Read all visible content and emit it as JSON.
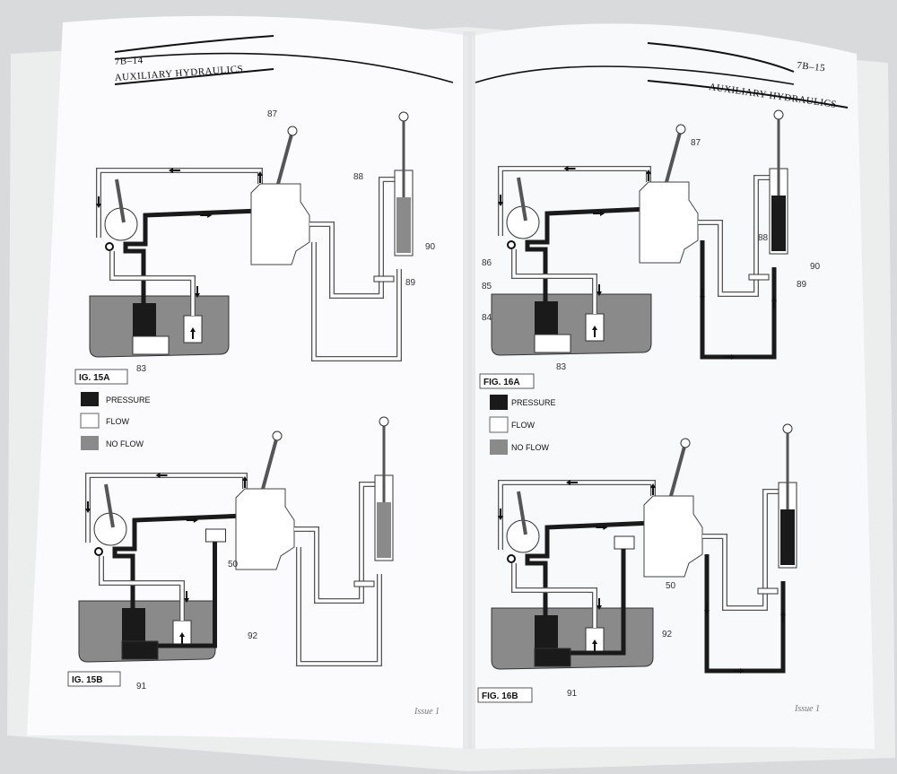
{
  "left_page": {
    "page_number": "7B–14",
    "section_title": "AUXILIARY HYDRAULICS",
    "fig_a": {
      "label": "IG. 15A",
      "callouts": [
        "87",
        "88",
        "90",
        "89",
        "83"
      ]
    },
    "legend": {
      "pressure": "PRESSURE",
      "flow": "FLOW",
      "no_flow": "NO FLOW"
    },
    "fig_b": {
      "label": "IG. 15B",
      "callouts": [
        "50",
        "92",
        "91"
      ]
    },
    "footer": "Issue 1"
  },
  "right_page": {
    "page_number": "7B–15",
    "section_title": "AUXILIARY HYDRAULICS",
    "fig_a": {
      "label": "FIG. 16A",
      "callouts": [
        "87",
        "86",
        "85",
        "84",
        "88",
        "90",
        "89",
        "83"
      ]
    },
    "legend": {
      "pressure": "PRESSURE",
      "flow": "FLOW",
      "no_flow": "NO FLOW"
    },
    "fig_b": {
      "label": "FIG. 16B",
      "callouts": [
        "50",
        "92",
        "91"
      ]
    },
    "footer": "Issue 1"
  },
  "colors": {
    "pressure": "#1a1a1a",
    "flow": "#ffffff",
    "no_flow": "#8a8a8a",
    "paper": "#fbfbfd",
    "background": "#d9dadc"
  }
}
